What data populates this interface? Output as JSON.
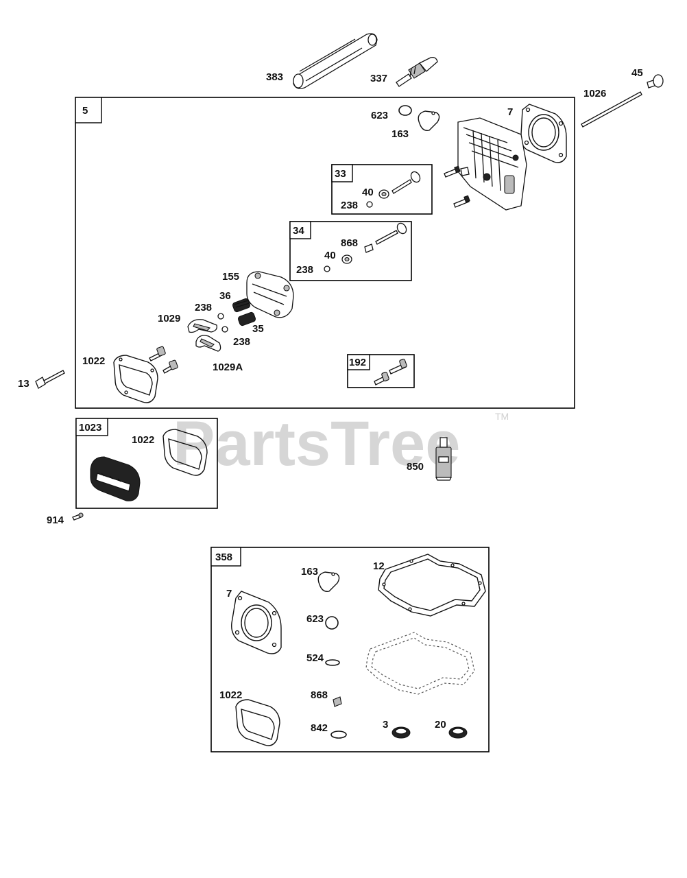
{
  "watermark": {
    "text": "PartsTree",
    "tm": "TM"
  },
  "groups": {
    "g5": "5",
    "g33": "33",
    "g34": "34",
    "g192": "192",
    "g1023": "1023",
    "g358": "358"
  },
  "callouts": {
    "c383": "383",
    "c337": "337",
    "c45": "45",
    "c1026": "1026",
    "c623_top": "623",
    "c163_top": "163",
    "c7_top": "7",
    "c40_a": "40",
    "c238_a": "238",
    "c868_a": "868",
    "c40_b": "40",
    "c238_b": "238",
    "c155": "155",
    "c36": "36",
    "c238_c": "238",
    "c1029": "1029",
    "c35": "35",
    "c238_d": "238",
    "c1022_a": "1022",
    "c1029A": "1029A",
    "c13": "13",
    "c1022_b": "1022",
    "c850": "850",
    "c914": "914",
    "c163_kit": "163",
    "c12_kit": "12",
    "c7_kit": "7",
    "c623_kit": "623",
    "c524_kit": "524",
    "c1022_kit": "1022",
    "c868_kit": "868",
    "c842_kit": "842",
    "c3_kit": "3",
    "c20_kit": "20"
  }
}
